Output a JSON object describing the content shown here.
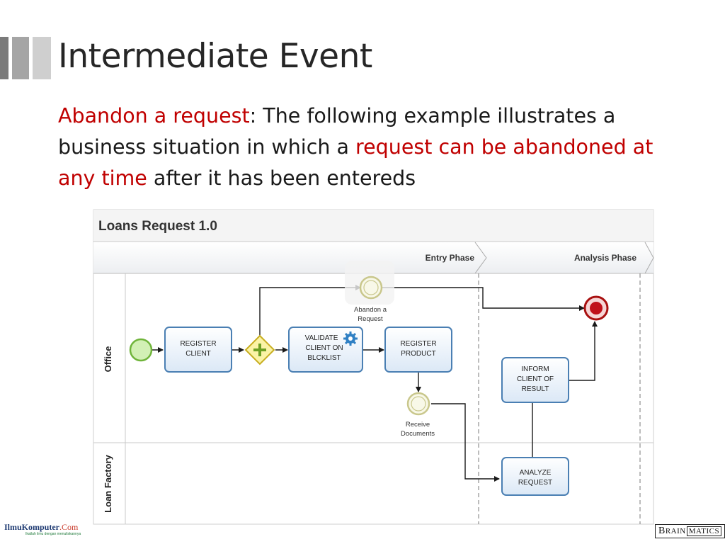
{
  "slide": {
    "title": "Intermediate Event",
    "body": {
      "p1": "Abandon a request",
      "p2": ": The following example illustrates a business situation in which a ",
      "p3": "request can be abandoned at any time",
      "p4": " after it has been entereds"
    },
    "accent_color": "#c00000"
  },
  "diagram": {
    "title": "Loans Request 1.0",
    "phases": [
      "Entry Phase",
      "Analysis Phase"
    ],
    "lanes": [
      "Office",
      "Loan Factory"
    ],
    "tasks": {
      "register_client": [
        "REGISTER",
        "CLIENT"
      ],
      "validate_client": [
        "VALIDATE",
        "CLIENT ON",
        "BLCKLIST"
      ],
      "register_product": [
        "REGISTER",
        "PRODUCT"
      ],
      "inform_client": [
        "INFORM",
        "CLIENT OF",
        "RESULT"
      ],
      "analyze_request": [
        "ANALYZE",
        "REQUEST"
      ]
    },
    "events": {
      "abandon": [
        "Abandon a",
        "Request"
      ],
      "receive": [
        "Receive",
        "Documents"
      ]
    }
  },
  "footer": {
    "left_logo_name": "IlmuKomputer",
    "left_logo_suffix": ".Com",
    "left_logo_tagline": "Ikatlah ilmu dengan menuliskannya",
    "right_logo_part1": "B",
    "right_logo_part2": "RAIN",
    "right_logo_part3": "MATICS"
  }
}
